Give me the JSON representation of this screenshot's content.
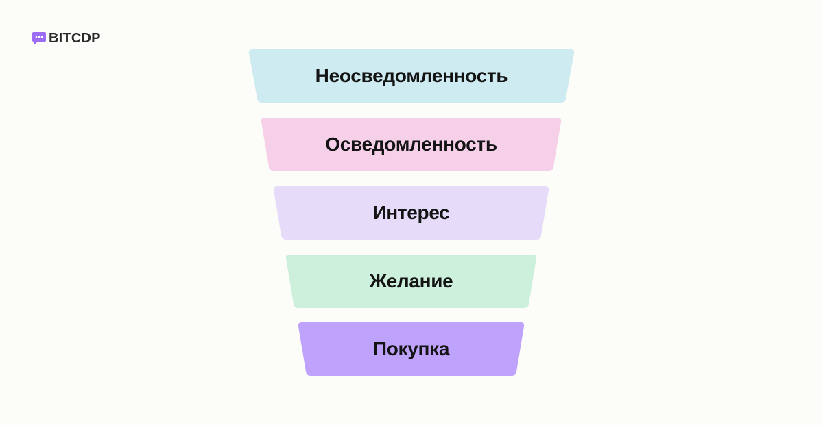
{
  "brand": {
    "name": "BITCDP",
    "icon": "chat-bubble-icon",
    "color": "#9d6cf5"
  },
  "funnel": {
    "stages": [
      {
        "label": "Неосведомленность",
        "color": "#cdebf0"
      },
      {
        "label": "Осведомленность",
        "color": "#f5d0e8"
      },
      {
        "label": "Интерес",
        "color": "#e6dcfa"
      },
      {
        "label": "Желание",
        "color": "#cdf0dd"
      },
      {
        "label": "Покупка",
        "color": "#bea2fb"
      }
    ]
  }
}
